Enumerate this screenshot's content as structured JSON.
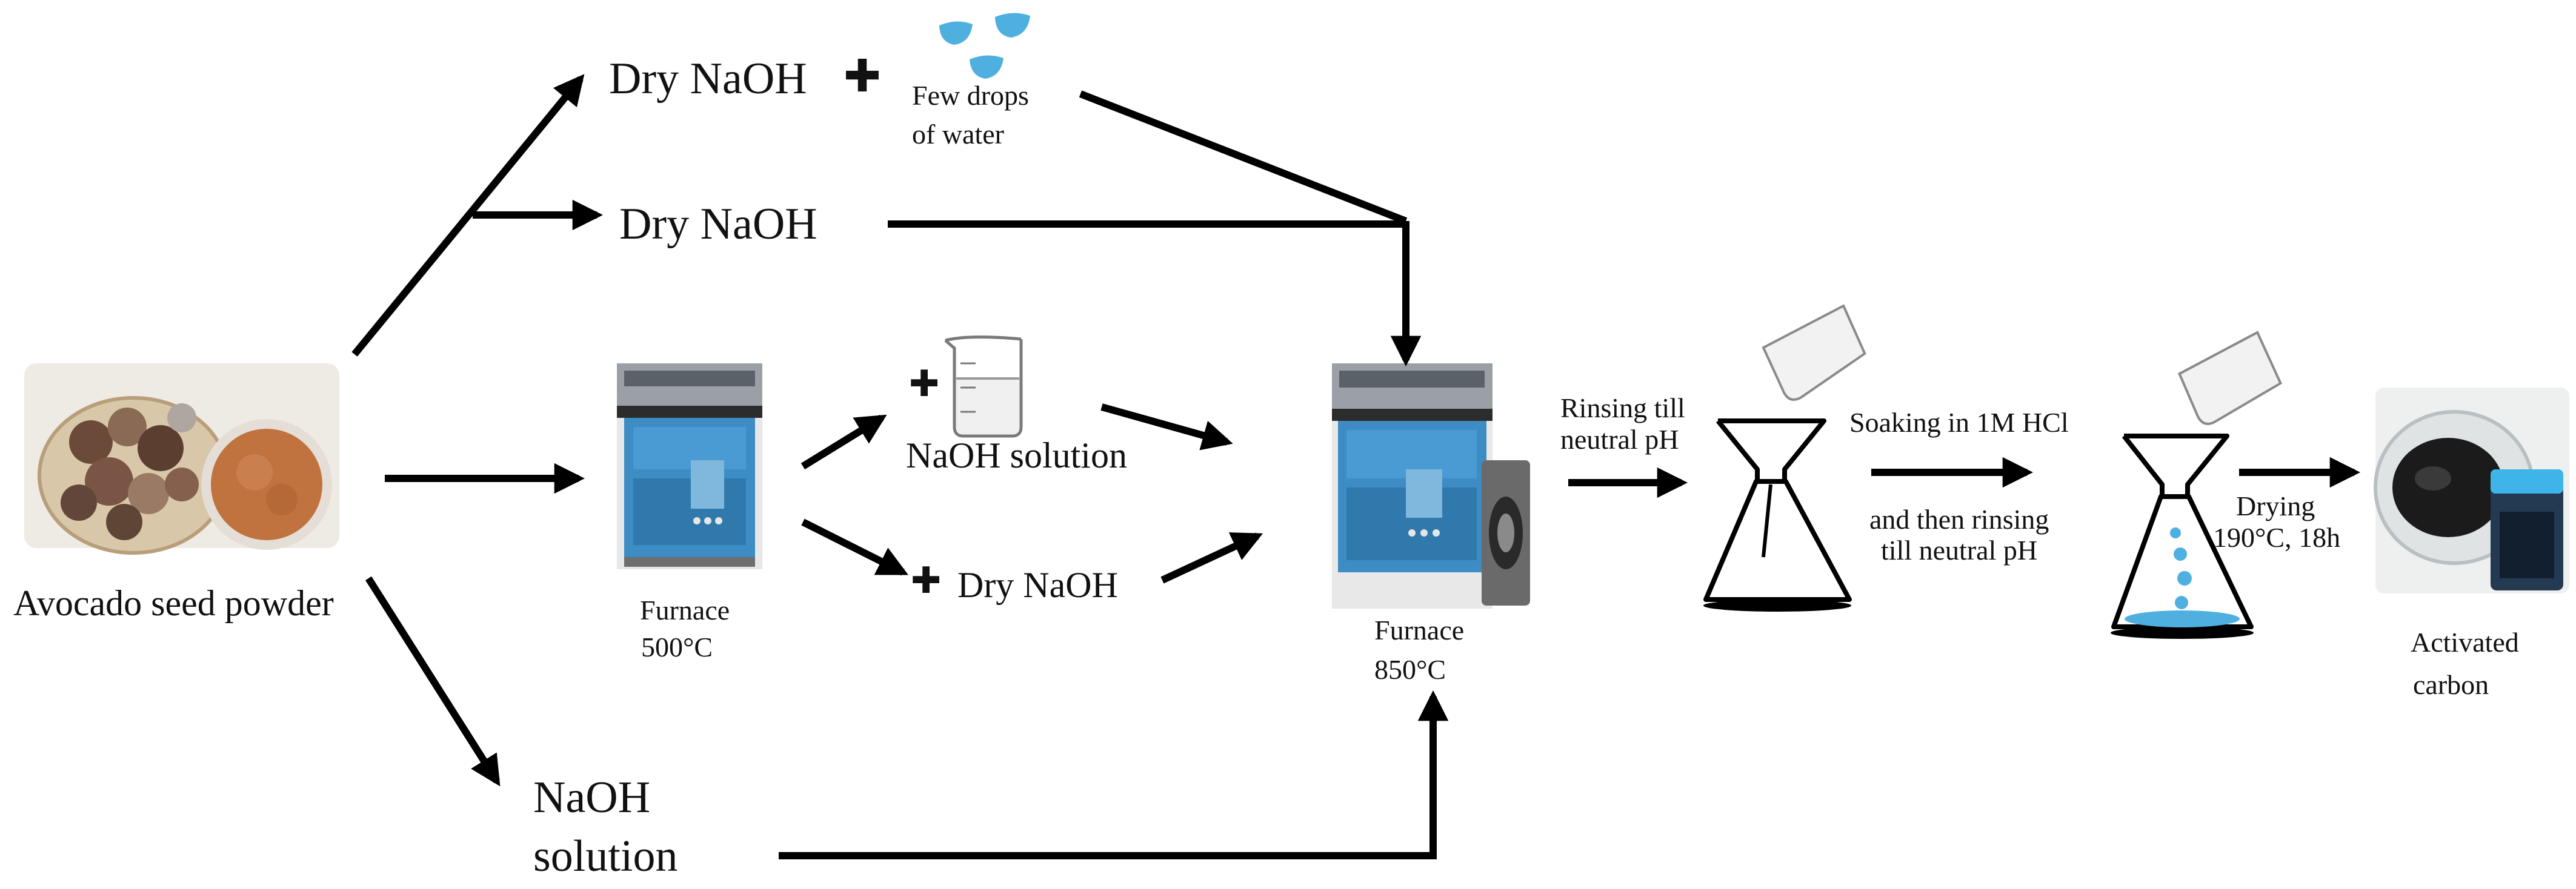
{
  "colors": {
    "arrow": "#000000",
    "water": "#4fb0e0",
    "furnace_blue": "#3d8cc4",
    "powder": "#c0723f",
    "seed": "#6b4a3a",
    "carbon": "#1b1b1b"
  },
  "labels": {
    "dry_naoh_top": "Dry NaOH",
    "plus_top": "✚",
    "few_drops": "Few drops",
    "of_water": "of water",
    "dry_naoh_mid": "Dry NaOH",
    "avocado": "Avocado seed powder",
    "furnace1_name": "Furnace",
    "furnace1_temp": "500°C",
    "plus_solution": "✚",
    "naoh_solution_mid": "NaOH solution",
    "plus_dry": "✚",
    "dry_naoh_low": "Dry NaOH",
    "naoh_bottom_l1": "NaOH",
    "naoh_bottom_l2": "solution",
    "furnace2_name": "Furnace",
    "furnace2_temp": "850°C",
    "rinsing_l1": "Rinsing till",
    "rinsing_l2": "neutral pH",
    "soaking": "Soaking in 1M HCl",
    "then_rinse_l1": "and then rinsing",
    "then_rinse_l2": "till neutral pH",
    "drying_l1": "Drying",
    "drying_l2": "190°C, 18h",
    "activated_l1": "Activated",
    "activated_l2": "carbon"
  },
  "icons": [
    "water-drops-icon",
    "beaker-icon",
    "furnace-icon",
    "avocado-seed-image",
    "funnel-flask-icon",
    "activated-carbon-image"
  ]
}
